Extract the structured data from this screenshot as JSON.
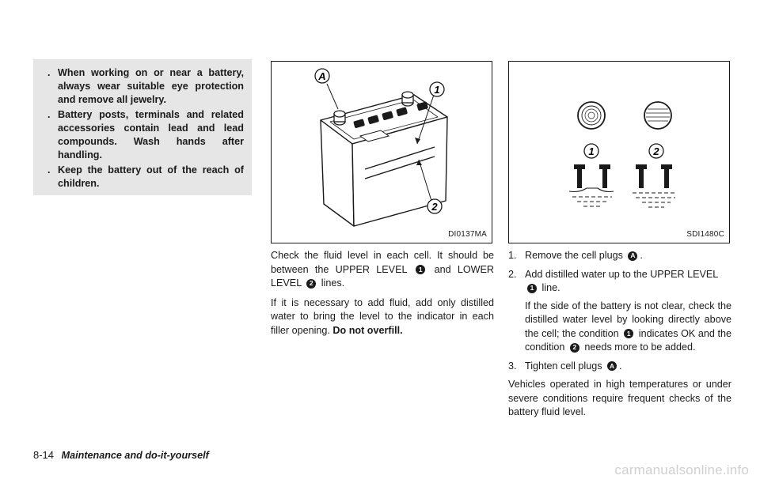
{
  "warning": {
    "items": [
      "When working on or near a battery, always wear suitable eye protection and remove all jewelry.",
      "Battery posts, terminals and related accessories contain lead and lead compounds. Wash hands after handling.",
      "Keep the battery out of the reach of children."
    ]
  },
  "figure1": {
    "code": "DI0137MA",
    "label_a": "A",
    "label_1": "1",
    "label_2": "2"
  },
  "figure2": {
    "code": "SDI1480C",
    "label_1": "1",
    "label_2": "2"
  },
  "column2": {
    "p1_a": "Check the fluid level in each cell. It should be between the UPPER LEVEL",
    "p1_n1": "1",
    "p1_b": "and LOWER LEVEL",
    "p1_n2": "2",
    "p1_c": "lines.",
    "p2_a": "If it is necessary to add fluid, add only distilled water to bring the level to the indicator in each filler opening.",
    "p2_bold": "Do not overfill."
  },
  "column3": {
    "s1_num": "1.",
    "s1_a": "Remove the cell plugs",
    "s1_n": "A",
    "s1_b": ".",
    "s2_num": "2.",
    "s2_a": "Add distilled water up to the UPPER LEVEL",
    "s2_n": "1",
    "s2_b": "line.",
    "s2_sub_a": "If the side of the battery is not clear, check the distilled water level by looking directly above the cell; the condition",
    "s2_sub_n1": "1",
    "s2_sub_b": "indicates OK and the condition",
    "s2_sub_n2": "2",
    "s2_sub_c": "needs more to be added.",
    "s3_num": "3.",
    "s3_a": "Tighten cell plugs",
    "s3_n": "A",
    "s3_b": ".",
    "closing": "Vehicles operated in high temperatures or under severe conditions require frequent checks of the battery fluid level."
  },
  "footer": {
    "page": "8-14",
    "title": "Maintenance and do-it-yourself"
  },
  "watermark": "carmanualsonline.info"
}
